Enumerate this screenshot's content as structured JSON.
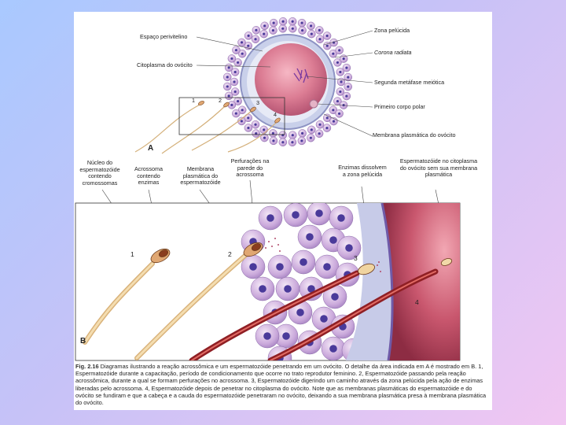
{
  "slide": {
    "background_from": "#a9c9ff",
    "background_to": "#f1c7f2"
  },
  "figure_a": {
    "panel_letter": "A",
    "labels": {
      "espaco_perivitelino": "Espaço perivitelino",
      "citoplasma": "Citoplasma do ovócito",
      "zona_pelucida": "Zona pelúcida",
      "corona_radiata": "Corona radiata",
      "segunda_metafase": "Segunda metáfase meiótica",
      "primeiro_corpo_polar": "Primeiro corpo polar",
      "membrana_plasmatica": "Membrana plasmática do ovócito"
    },
    "sperm_numbers": [
      "1",
      "2",
      "3",
      "4"
    ]
  },
  "figure_b": {
    "panel_letter": "B",
    "labels": {
      "nucleo": "Núcleo do espermatozóide contendo cromossomas",
      "acrossoma": "Acrossoma contendo enzimas",
      "membrana_esperm": "Membrana plasmática do espermatozóide",
      "perfuracoes": "Perfurações na parede do acrossoma",
      "enzimas": "Enzimas dissolvem a zona pelúcida",
      "esperm_citoplasma": "Espermatozóide no citoplasma do ovócito sem sua membrana plasmática"
    },
    "sperm_numbers": [
      "1",
      "2",
      "3",
      "4"
    ]
  },
  "caption": {
    "fig_label": "Fig. 2.16",
    "text": "Diagramas ilustrando a reação acrossômica e um espermatozóide penetrando em um ovócito. O detalhe da área indicada em A é mostrado em B. 1, Espermatozóide durante a capacitação, período de condicionamento que ocorre no trato reprodutor feminino. 2, Espermatozóide passando pela reação acrossômica, durante a qual se formam perfurações no acrossoma. 3, Espermatozóide digerindo um caminho através da zona pelúcida pela ação de enzimas liberadas pelo acrossoma. 4, Espermatozóide depois de penetrar no citoplasma do ovócito. Note que as membranas plasmáticas do espermatozóide e do ovócito se fundiram e que a cabeça e a cauda do espermatozóide penetraram no ovócito, deixando a sua membrana plasmática presa à membrana plasmática do ovócito."
  }
}
